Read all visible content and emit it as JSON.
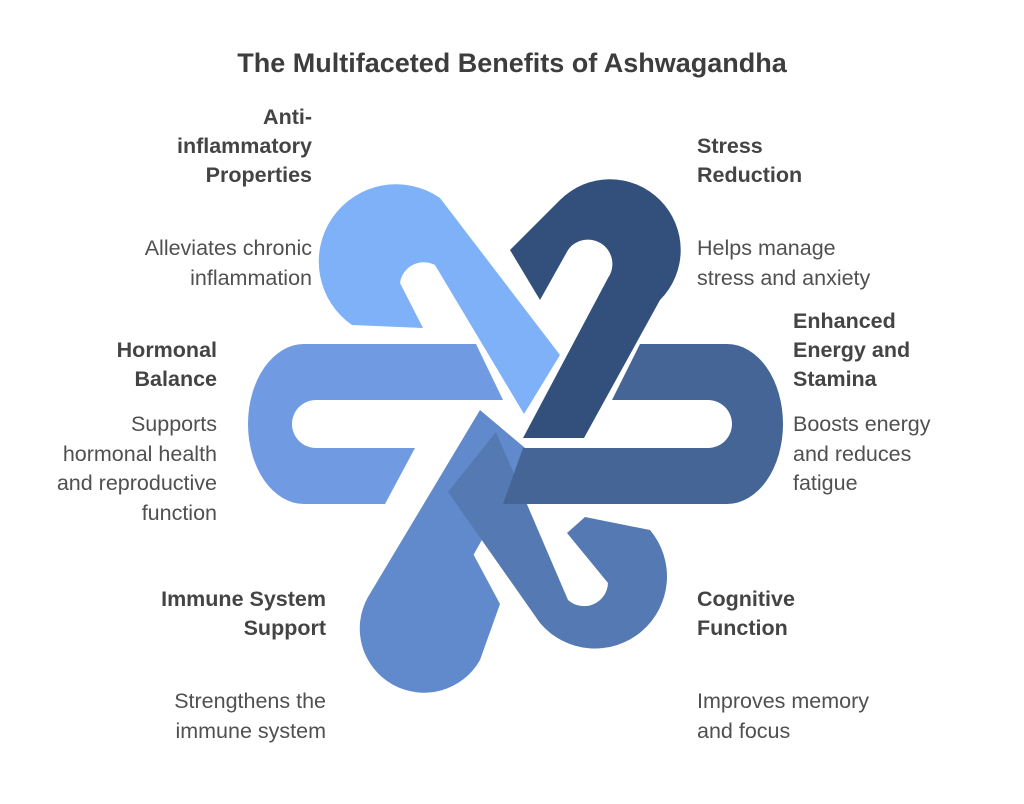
{
  "title": "The Multifaceted Benefits of Ashwagandha",
  "benefits": [
    {
      "id": "anti-inflammatory",
      "heading": [
        "Anti-",
        "inflammatory",
        "Properties"
      ],
      "description": [
        "Alleviates chronic",
        "inflammation"
      ],
      "color": "#7fb1f8"
    },
    {
      "id": "stress-reduction",
      "heading": [
        "Stress",
        "Reduction"
      ],
      "description": [
        "Helps manage",
        "stress and anxiety"
      ],
      "color": "#33507d"
    },
    {
      "id": "energy-stamina",
      "heading": [
        "Enhanced",
        "Energy and",
        "Stamina"
      ],
      "description": [
        "Boosts energy",
        "and reduces",
        "fatigue"
      ],
      "color": "#456597"
    },
    {
      "id": "cognitive-function",
      "heading": [
        "Cognitive",
        "Function"
      ],
      "description": [
        "Improves memory",
        "and focus"
      ],
      "color": "#5579b2"
    },
    {
      "id": "immune-support",
      "heading": [
        "Immune System",
        "Support"
      ],
      "description": [
        "Strengthens the",
        "immune system"
      ],
      "color": "#608acb"
    },
    {
      "id": "hormonal-balance",
      "heading": [
        "Hormonal",
        "Balance"
      ],
      "description": [
        "Supports",
        "hormonal health",
        "and reproductive",
        "function"
      ],
      "color": "#709be2"
    }
  ]
}
